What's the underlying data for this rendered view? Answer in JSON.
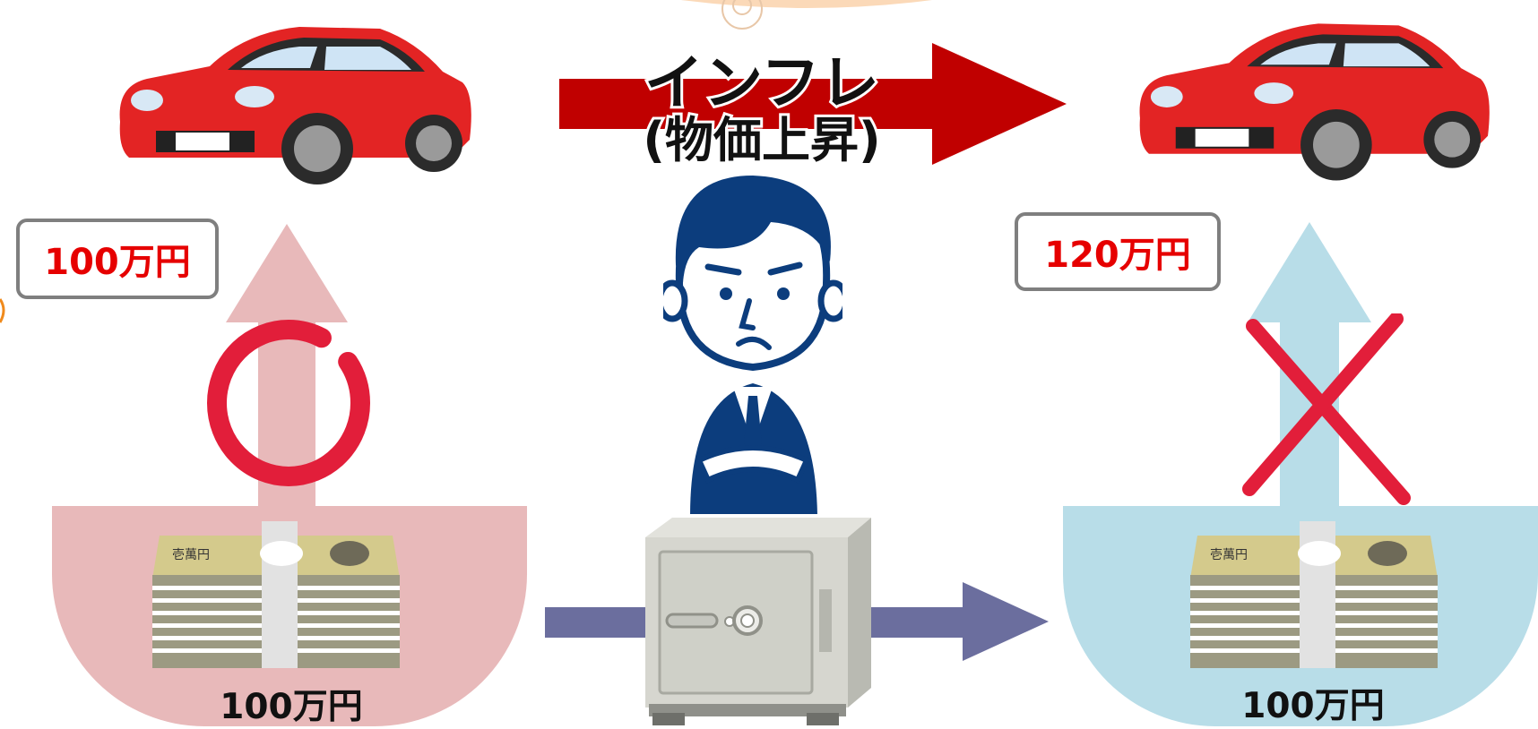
{
  "left": {
    "price": "100万円",
    "money": "100万円",
    "mark": "circle-mark",
    "color": "#e8b9ba"
  },
  "right": {
    "price": "120万円",
    "money": "100万円",
    "mark": "cross-mark",
    "color": "#b8dde8"
  },
  "center": {
    "inflation_title": "インフレ",
    "inflation_sub": "(物価上昇)"
  },
  "colors": {
    "price_text": "#e60000",
    "inflation_arrow": "#c00000",
    "savings_arrow": "#6b6e9e",
    "left_arrow": "#e8b9ba",
    "right_arrow": "#b8dde8"
  }
}
